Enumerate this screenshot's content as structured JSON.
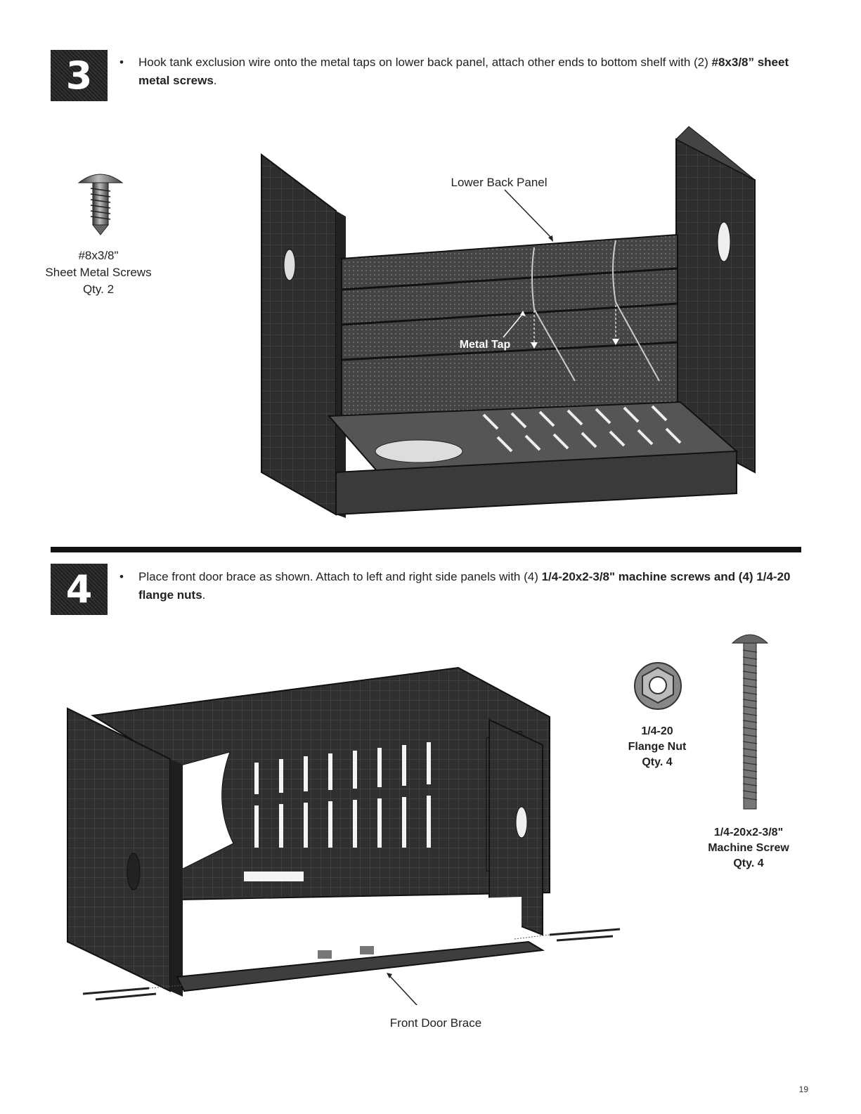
{
  "step3": {
    "number": "3",
    "instruction_plain": "Hook tank exclusion wire onto the metal taps on lower back panel, attach other ends to bottom shelf with (2) ",
    "instruction_bold": "#8x3/8” sheet metal screws",
    "instruction_end": ".",
    "part": {
      "name": "#8x3/8\"",
      "desc": "Sheet Metal Screws",
      "qty": "Qty. 2"
    },
    "callouts": {
      "lower_back_panel": "Lower Back Panel",
      "metal_tap": "Metal Tap"
    }
  },
  "step4": {
    "number": "4",
    "instruction_plain": "Place front door brace as shown. Attach to left and right side panels with (4) ",
    "instruction_bold": "1/4-20x2-3/8\" machine screws and (4) 1/4-20 flange nuts",
    "instruction_end": ".",
    "nut": {
      "name": "1/4-20",
      "desc": "Flange Nut",
      "qty": "Qty. 4"
    },
    "screw": {
      "name": "1/4-20x2-3/8\"",
      "desc": "Machine Screw",
      "qty": "Qty. 4"
    },
    "callouts": {
      "front_door_brace": "Front Door Brace"
    }
  },
  "page_number": "19",
  "bullet": "•"
}
